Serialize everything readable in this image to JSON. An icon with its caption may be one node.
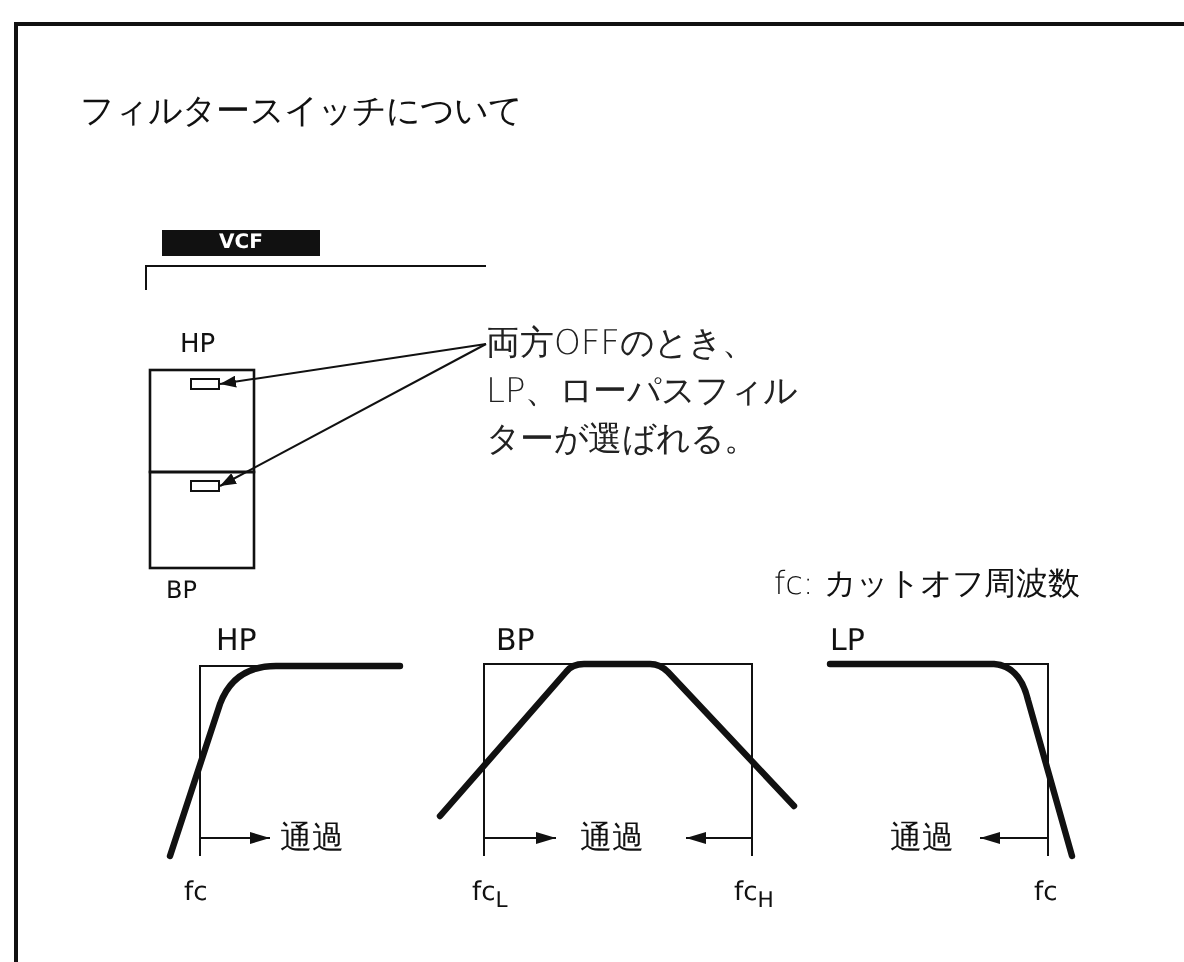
{
  "diagram": {
    "title": "フィルタースイッチについて",
    "nodes": [
      {
        "text": [
          "両方OFFのとき、LP、ローパスフィルターが選ばれる。"
        ]
      },
      {
        "text": [],
        "shape": "box"
      },
      {
        "text": [],
        "shape": "box"
      }
    ],
    "edges": [
      {
        "from": 0,
        "to": 1,
        "arrow": "to"
      },
      {
        "from": 0,
        "to": 2,
        "arrow": "to"
      }
    ],
    "labels": [
      "VCF",
      "HP",
      "BP",
      "fc: カットオフ周波数",
      "HP",
      "BP",
      "LP",
      "通過",
      "通過",
      "通過",
      "fc",
      "fc$_{L}$",
      "fc$_{H}$",
      "fc"
    ]
  }
}
